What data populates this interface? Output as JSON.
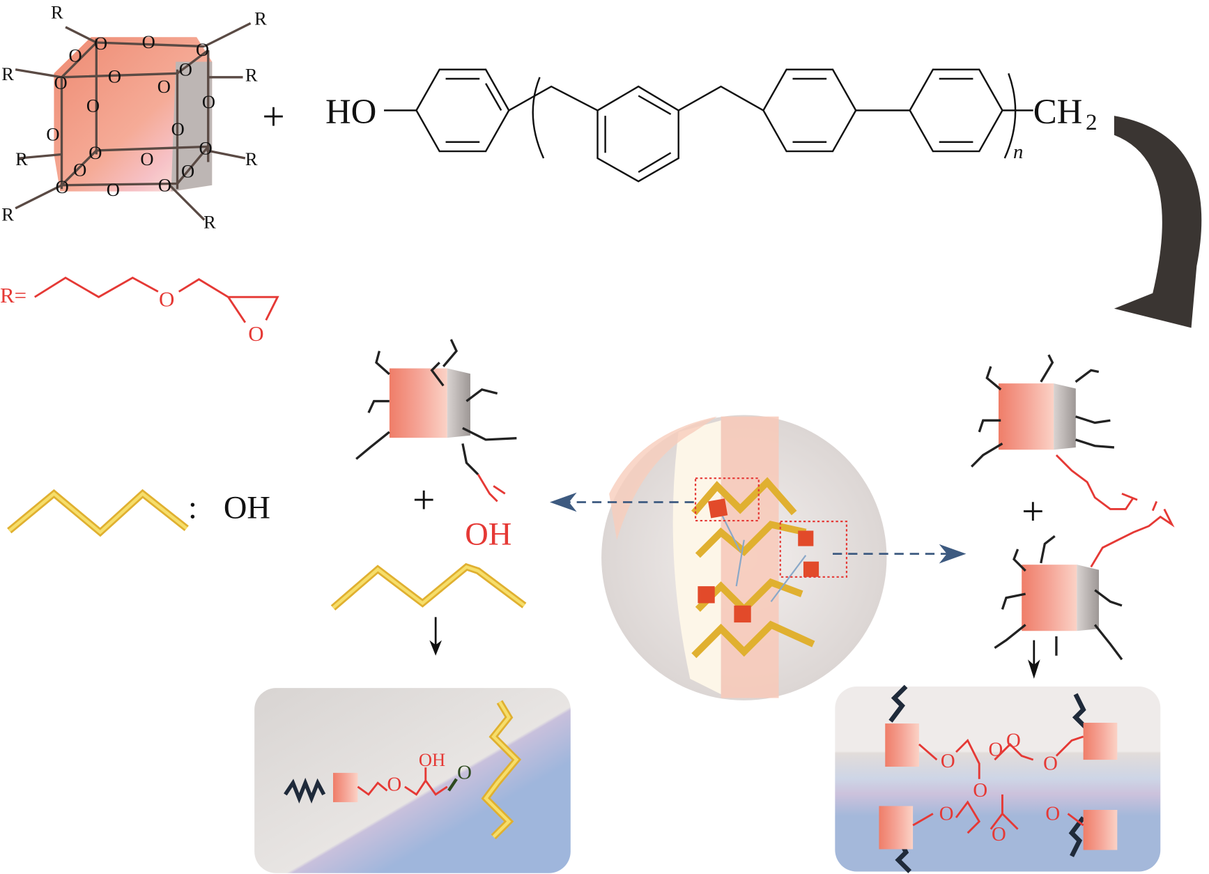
{
  "cage": {
    "substituent_label": "R",
    "oxygen_label": "O",
    "colors": {
      "face": "#f2a08a",
      "side": "#c8c2c0",
      "bond": "#5a4a44"
    }
  },
  "plus_sign": "+",
  "polymer": {
    "end_group": "HO",
    "terminal_group": "CH",
    "terminal_subscript": "2",
    "repeat_subscript": "n"
  },
  "r_definition": {
    "label": "R=",
    "ether_oxygen": "O",
    "epoxide_oxygen": "O",
    "color": "#e53935"
  },
  "legend": {
    "separator": ":",
    "label": "OH"
  },
  "left_reaction": {
    "hydroxyl_label": "OH",
    "product_hydroxyl": "OH",
    "product_ether_oxygen": "O",
    "product_link_oxygen": "O"
  },
  "right_reaction": {
    "product_oxygens": [
      "O",
      "O",
      "O",
      "O",
      "O",
      "O",
      "O",
      "O"
    ]
  },
  "colors": {
    "arrow_dark": "#3a3532",
    "dashed_arrow": "#3d5a80",
    "accent_red": "#e53935",
    "yellow_chain": "#e0b030"
  }
}
